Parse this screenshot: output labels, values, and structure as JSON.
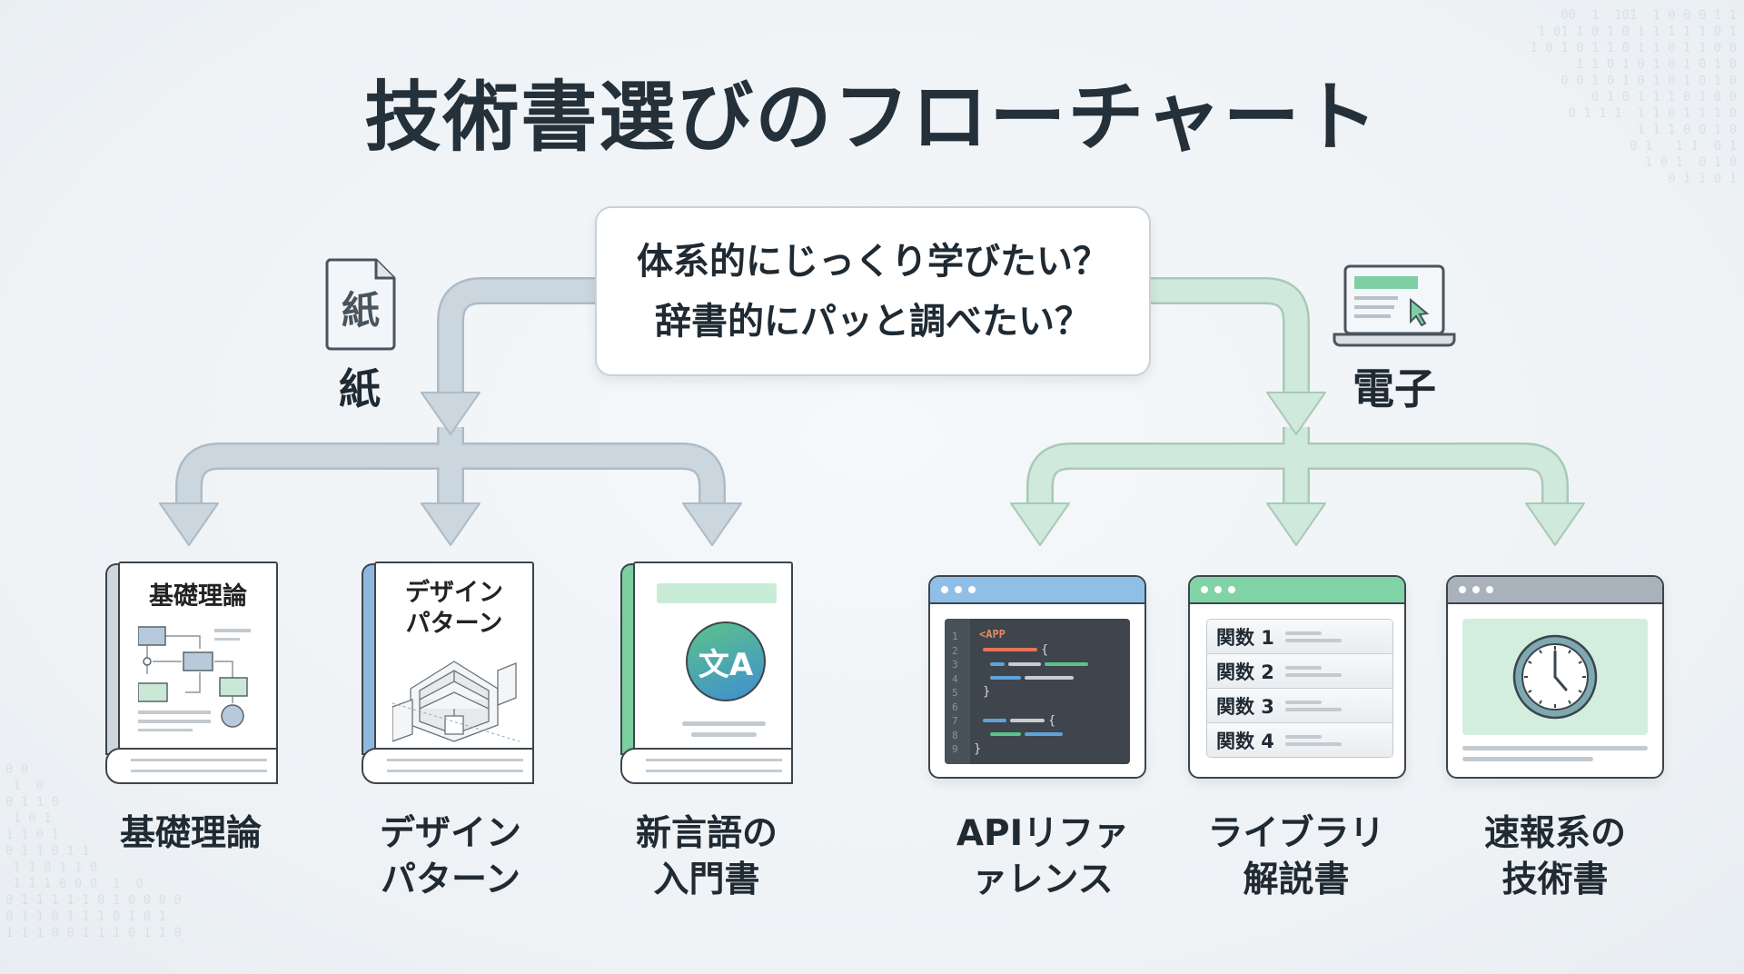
{
  "title": "技術書選びのフローチャート",
  "question": {
    "line1": "体系的にじっくり学びたい？",
    "line2": "辞書的にパッと調べたい？"
  },
  "paper": {
    "label": "紙",
    "icon_text": "紙",
    "icon": "paper-document-icon",
    "arrow_color": "#cbd6df"
  },
  "digital": {
    "label": "電子",
    "icon": "laptop-icon",
    "arrow_color": "#cfe9dc"
  },
  "paper_items": [
    {
      "label_line1": "基礎理論",
      "label_line2": "",
      "cover_title": "基礎理論",
      "spine_color": "#cfd6dc",
      "icon": "flowchart-icon"
    },
    {
      "label_line1": "デザイン",
      "label_line2": "パターン",
      "cover_title_line1": "デザイン",
      "cover_title_line2": "パターン",
      "spine_color": "#8fb8e0",
      "icon": "architecture-blueprint-icon"
    },
    {
      "label_line1": "新言語の",
      "label_line2": "入門書",
      "spine_color": "#7ccf9f",
      "icon": "translate-icon",
      "icon_text": "文A"
    }
  ],
  "digital_items": [
    {
      "label_line1": "APIリファ",
      "label_line2": "ァレンス",
      "bar_color": "#8fbfe6",
      "icon": "code-editor-icon",
      "code_tag": "<APP",
      "line_numbers": [
        "1",
        "2",
        "3",
        "4",
        "5",
        "6",
        "7",
        "8",
        "9"
      ]
    },
    {
      "label_line1": "ライブラリ",
      "label_line2": "解説書",
      "bar_color": "#80d3a5",
      "icon": "function-list-icon",
      "functions": [
        "関数 1",
        "関数 2",
        "関数 3",
        "関数 4"
      ]
    },
    {
      "label_line1": "速報系の",
      "label_line2": "技術書",
      "bar_color": "#a9b2ba",
      "icon": "clock-icon"
    }
  ],
  "background_binary": {
    "top_right": "00  1  101  1 0 0 0 1 1\n 1 01 1 0 1 0 1 1 1 1 1 0 1\n1 0 1 0 1 1 0 1 1 0 1 1 0 0\n  1 1 0 1 0 1 0 1 0 1 0\n   0 0 1 0 1 0 1 0 1 0 1 0\n    0 1 0 1 1 1 0 1 0 0\n     0 1 1 1  1 1 0 1 1 1 0\n         1 1 1 0 0 1 0\n          0 1   1 1  0 1\n            1 0 1  0 1 0\n             0 1 1 0 1",
    "bottom_left": "0 0\n 1  0\n0 1 1 0\n 1 0 1\n1 1 0 1\n0 1 1 0 1 1\n 1 1 0 1 1 0\n 1 1 1 0 0 0  1  0\n0 1 1 1 1 1 0 1 0 0 0 0\n0 1 1 0 1 1 1 0 1 0 1\n1 1 1 0 0 1 1 1 0 1 1 0"
  }
}
